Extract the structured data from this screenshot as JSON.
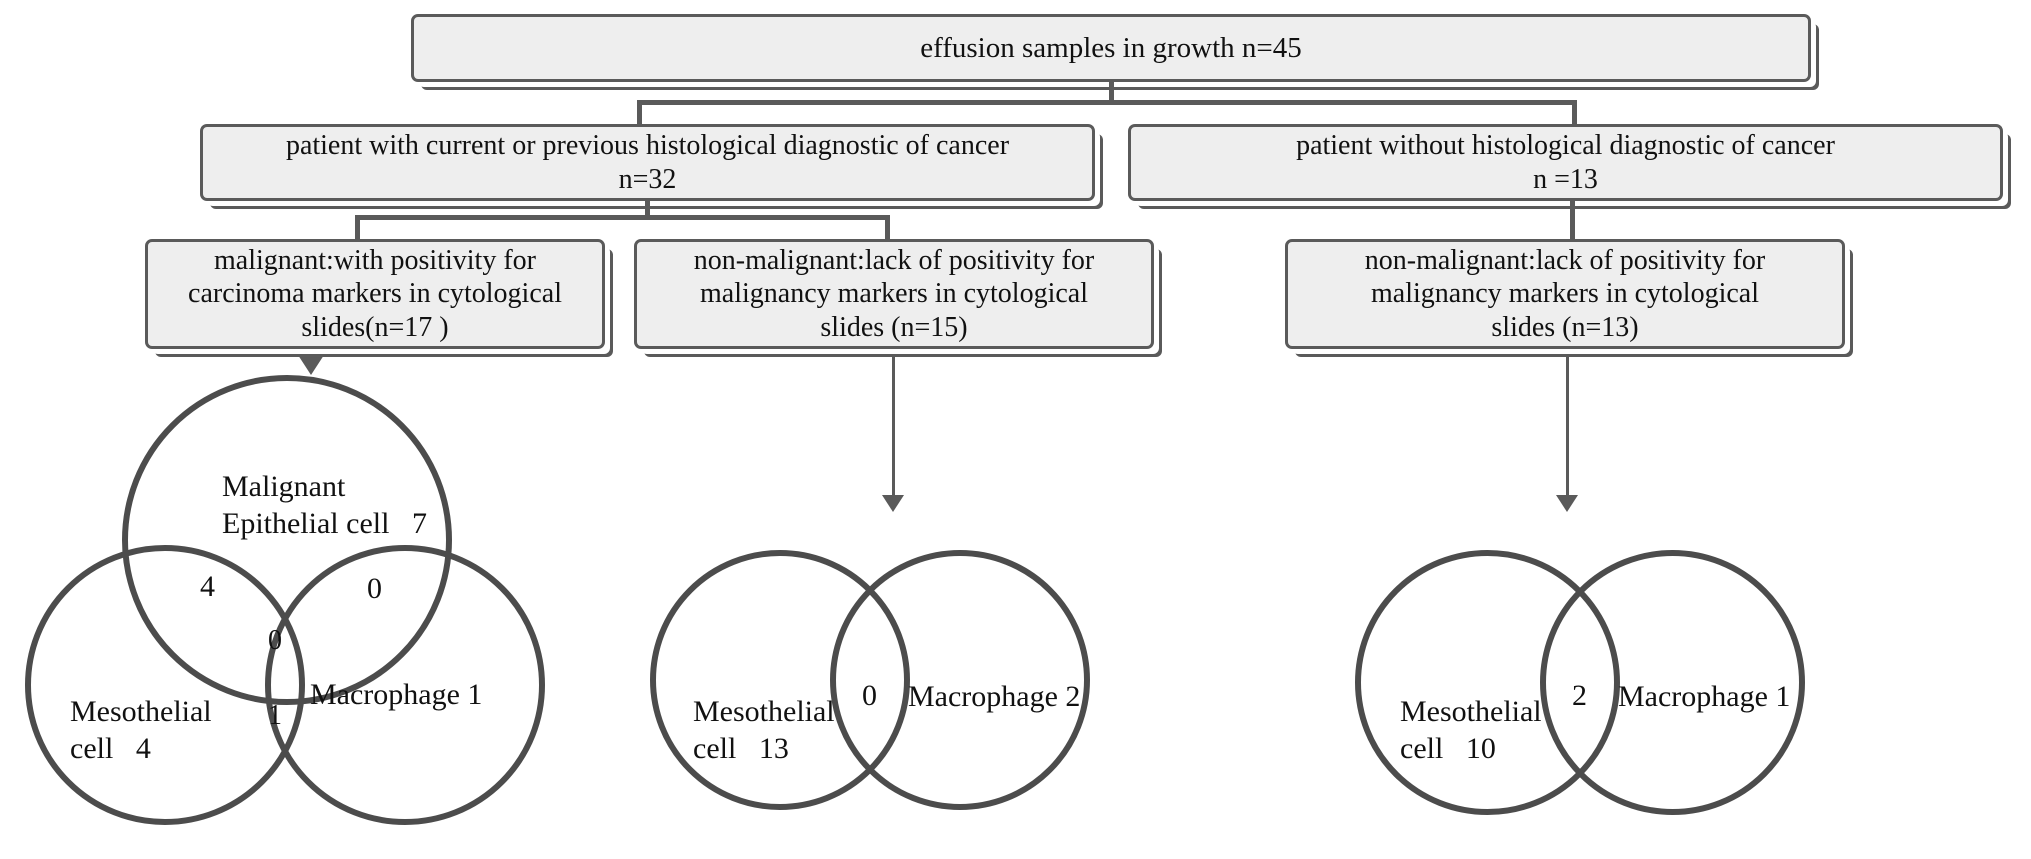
{
  "flow": {
    "root": {
      "line1": "effusion samples in growth n=45"
    },
    "left_branch": {
      "line1": "patient with current or previous histological diagnostic of cancer",
      "line2": "n=32"
    },
    "right_branch": {
      "line1": "patient without histological diagnostic of cancer",
      "line2": "n =13"
    },
    "malignant": {
      "line1": "malignant:with positivity for",
      "line2": "carcinoma markers in cytological",
      "line3": "slides(n=17 )"
    },
    "nonmalignant_left": {
      "line1": "non-malignant:lack of positivity for",
      "line2": "malignancy markers in cytological",
      "line3": "slides (n=15)"
    },
    "nonmalignant_right": {
      "line1": "non-malignant:lack of positivity for",
      "line2": "malignancy markers in cytological",
      "line3": "slides (n=13)"
    }
  },
  "venn1": {
    "top_label_line1": "Malignant",
    "top_label_line2": "Epithelial cell",
    "top_count": "7",
    "left_label_line1": "Mesothelial",
    "left_label_line2": "cell",
    "left_count": "4",
    "right_label": "Macrophage 1",
    "top_left_overlap": "4",
    "top_right_overlap": "0",
    "center_overlap": "0",
    "bottom_overlap": "1"
  },
  "venn2": {
    "left_label_line1": "Mesothelial",
    "left_label_line2": "cell",
    "left_count": "13",
    "overlap": "0",
    "right_label": "Macrophage 2"
  },
  "venn3": {
    "left_label_line1": "Mesothelial",
    "left_label_line2": "cell",
    "left_count": "10",
    "overlap": "2",
    "right_label": "Macrophage 1"
  },
  "colors": {
    "box_fill": "#eeeeee",
    "box_border": "#5a5a5a",
    "circle_stroke": "#4c4c4c",
    "text": "#111111"
  }
}
